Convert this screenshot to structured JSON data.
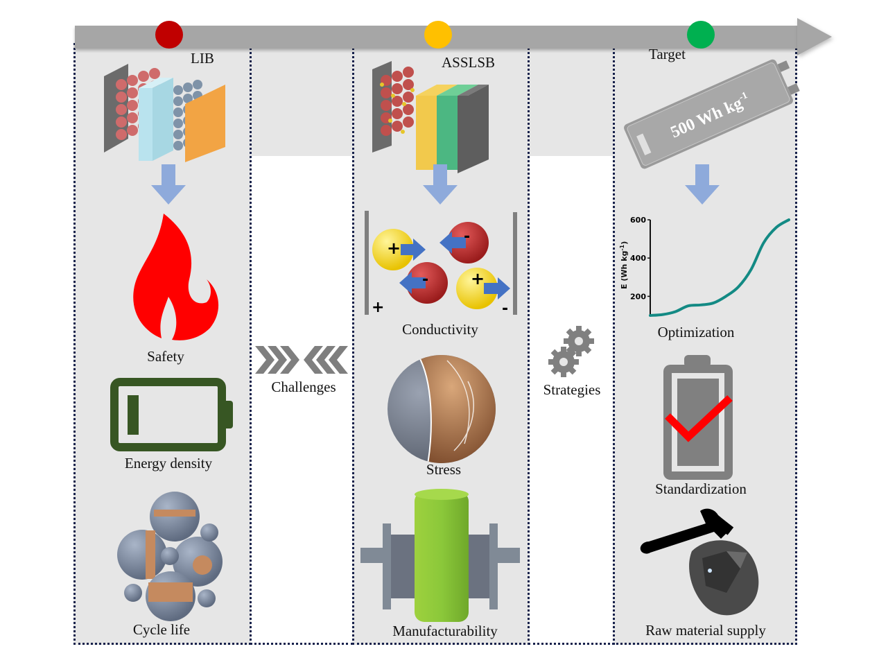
{
  "timeline": {
    "stages": [
      {
        "name": "LIB",
        "status_color": "#c00000"
      },
      {
        "name": "ASSLSB",
        "status_color": "#ffc000"
      },
      {
        "name": "Target",
        "status_color": "#00b050"
      }
    ]
  },
  "columns": {
    "lib": {
      "title": "LIB",
      "items": [
        {
          "label": "Safety",
          "icon": "flame-icon"
        },
        {
          "label": "Energy density",
          "icon": "low-battery-icon"
        },
        {
          "label": "Cycle life",
          "icon": "particle-cluster-icon"
        }
      ]
    },
    "asslsb": {
      "title": "ASSLSB",
      "items": [
        {
          "label": "Conductivity",
          "icon": "ion-conduction-icon"
        },
        {
          "label": "Stress",
          "icon": "cracked-particle-icon"
        },
        {
          "label": "Manufacturability",
          "icon": "roller-press-icon"
        }
      ],
      "ion_signs": {
        "positive": "+",
        "negative": "-"
      }
    },
    "target": {
      "title": "Target",
      "pouch_cell_text": "500 Wh kg",
      "pouch_cell_superscript": "-1",
      "items": [
        {
          "label": "Optimization",
          "icon": "energy-curve-chart"
        },
        {
          "label": "Standardization",
          "icon": "battery-check-icon"
        },
        {
          "label": "Raw material supply",
          "icon": "hammer-ore-icon"
        }
      ]
    }
  },
  "connectors": {
    "challenges": "Challenges",
    "strategies": "Strategies"
  },
  "optimization_chart": {
    "ylabel": "E (Wh kg",
    "ylabel_sup": "-1",
    "ylabel_close": ")",
    "yticks": [
      "600",
      "400",
      "200"
    ],
    "curve": [
      [
        0,
        100
      ],
      [
        1,
        105
      ],
      [
        2,
        120
      ],
      [
        3,
        150
      ],
      [
        4,
        155
      ],
      [
        5,
        165
      ],
      [
        6,
        200
      ],
      [
        7,
        250
      ],
      [
        8,
        340
      ],
      [
        9,
        480
      ],
      [
        10,
        560
      ],
      [
        11,
        600
      ]
    ],
    "color": "#138a84"
  }
}
